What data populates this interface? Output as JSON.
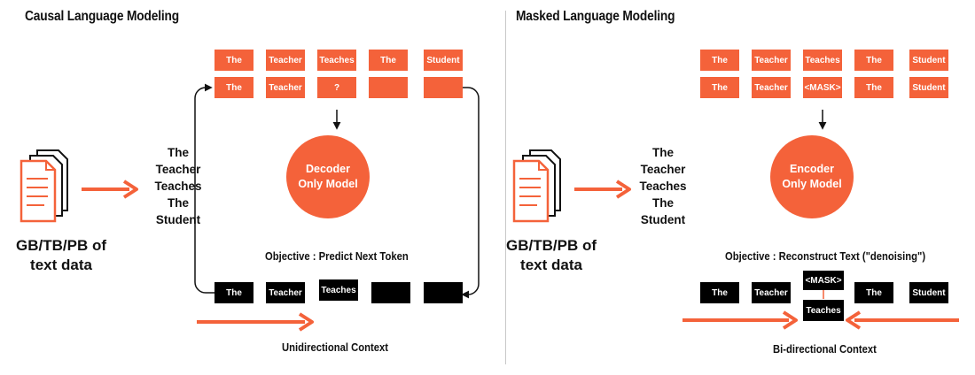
{
  "colors": {
    "accent": "#f4623a",
    "dark": "#000000",
    "divider": "#c8c8c8"
  },
  "icons": {
    "document": "documents-stack-icon",
    "arrow": "arrow-right-icon"
  },
  "causal": {
    "title": "Causal Language Modeling",
    "top_row": [
      "The",
      "Teacher",
      "Teaches",
      "The",
      "Student"
    ],
    "second_row": [
      "The",
      "Teacher",
      "?",
      "",
      ""
    ],
    "input_lines": [
      "The",
      "Teacher",
      "Teaches",
      "The",
      "Student"
    ],
    "model_line1": "Decoder",
    "model_line2": "Only Model",
    "objective": "Objective : Predict Next Token",
    "output_row": [
      "The",
      "Teacher",
      "Teaches",
      "",
      ""
    ],
    "context_label": "Unidirectional Context",
    "data_line1": "GB/TB/PB of",
    "data_line2": "text data"
  },
  "masked": {
    "title": "Masked Language Modeling",
    "top_row": [
      "The",
      "Teacher",
      "Teaches",
      "The",
      "Student"
    ],
    "second_row": [
      "The",
      "Teacher",
      "<MASK>",
      "The",
      "Student"
    ],
    "input_lines": [
      "The",
      "Teacher",
      "Teaches",
      "The",
      "Student"
    ],
    "model_line1": "Encoder",
    "model_line2": "Only Model",
    "objective": "Objective : Reconstruct Text (\"denoising\")",
    "output_row": [
      "The",
      "Teacher",
      "<MASK>",
      "The",
      "Student"
    ],
    "prediction": "Teaches",
    "context_label": "Bi-directional Context",
    "data_line1": "GB/TB/PB of",
    "data_line2": "text data"
  }
}
